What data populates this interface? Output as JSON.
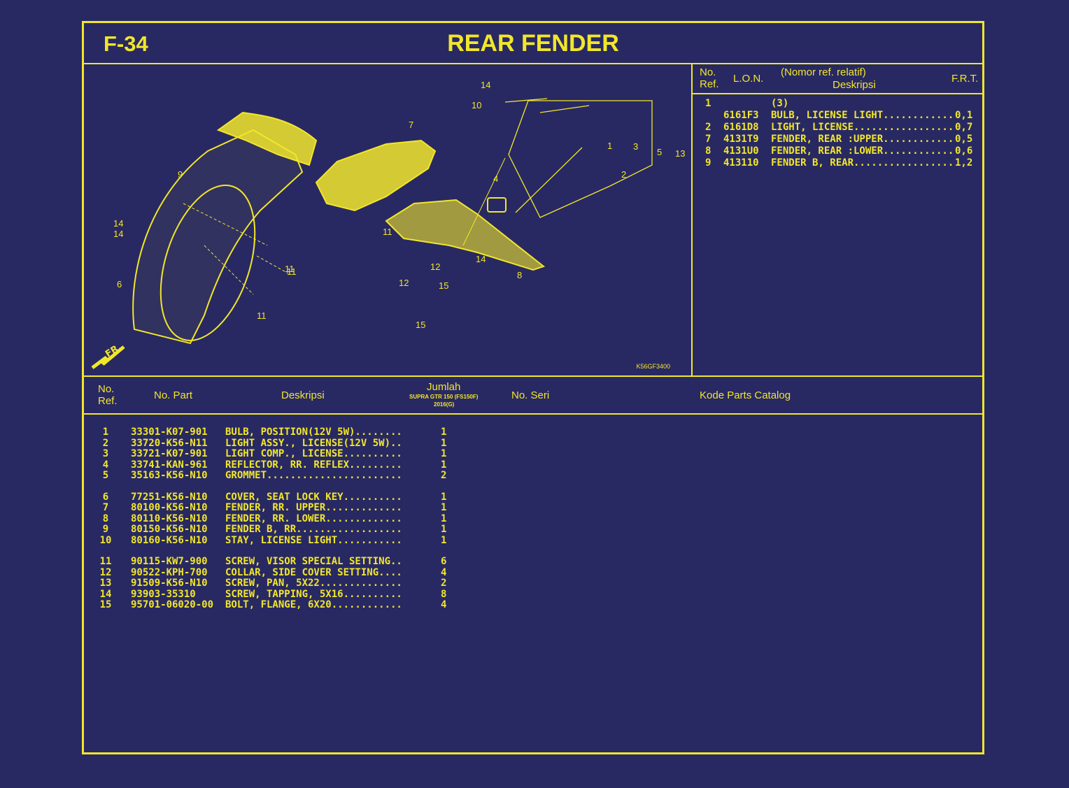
{
  "page": {
    "code": "F-34",
    "title": "REAR FENDER"
  },
  "lon_table": {
    "header": {
      "no_ref": "No.\nRef.",
      "lon": "L.O.N.",
      "nomor_ref": "(Nomor ref. relatif)",
      "deskripsi": "Deskripsi",
      "frt": "F.R.T."
    },
    "rows": [
      {
        "ref": "1",
        "lon": "",
        "desc": "(3)",
        "frt": ""
      },
      {
        "ref": "",
        "lon": "6161F3",
        "desc": "BULB, LICENSE LIGHT............",
        "frt": "0,1"
      },
      {
        "ref": "2",
        "lon": "6161D8",
        "desc": "LIGHT, LICENSE.................",
        "frt": "0,7"
      },
      {
        "ref": "7",
        "lon": "4131T9",
        "desc": "FENDER, REAR :UPPER............",
        "frt": "0,5"
      },
      {
        "ref": "8",
        "lon": "4131U0",
        "desc": "FENDER, REAR :LOWER............",
        "frt": "0,6"
      },
      {
        "ref": "9",
        "lon": "413110",
        "desc": "FENDER B, REAR.................",
        "frt": "1,2"
      }
    ]
  },
  "diagram": {
    "code": "K56GF3400",
    "front_label": "FR.",
    "callouts": [
      "14",
      "10",
      "7",
      "9",
      "14",
      "14",
      "11",
      "11",
      "6",
      "11",
      "11",
      "12",
      "12",
      "15",
      "15",
      "14",
      "8",
      "4",
      "1",
      "3",
      "5",
      "13",
      "2"
    ]
  },
  "parts_table": {
    "header": {
      "no_ref": "No.\nRef.",
      "no_part": "No. Part",
      "deskripsi": "Deskripsi",
      "jumlah": "Jumlah",
      "model": "SUPRA GTR 150 (FS150F)",
      "year": "2016(G)",
      "no_seri": "No. Seri",
      "kode": "Kode Parts Catalog"
    },
    "groups": [
      [
        {
          "ref": "1",
          "part": "33301-K07-901",
          "desc": "BULB, POSITION(12V 5W)........",
          "qty": "1"
        },
        {
          "ref": "2",
          "part": "33720-K56-N11",
          "desc": "LIGHT ASSY., LICENSE(12V 5W)..",
          "qty": "1"
        },
        {
          "ref": "3",
          "part": "33721-K07-901",
          "desc": "LIGHT COMP., LICENSE..........",
          "qty": "1"
        },
        {
          "ref": "4",
          "part": "33741-KAN-961",
          "desc": "REFLECTOR, RR. REFLEX.........",
          "qty": "1"
        },
        {
          "ref": "5",
          "part": "35163-K56-N10",
          "desc": "GROMMET.......................",
          "qty": "2"
        }
      ],
      [
        {
          "ref": "6",
          "part": "77251-K56-N10",
          "desc": "COVER, SEAT LOCK KEY..........",
          "qty": "1"
        },
        {
          "ref": "7",
          "part": "80100-K56-N10",
          "desc": "FENDER, RR. UPPER.............",
          "qty": "1"
        },
        {
          "ref": "8",
          "part": "80110-K56-N10",
          "desc": "FENDER, RR. LOWER.............",
          "qty": "1"
        },
        {
          "ref": "9",
          "part": "80150-K56-N10",
          "desc": "FENDER B, RR..................",
          "qty": "1"
        },
        {
          "ref": "10",
          "part": "80160-K56-N10",
          "desc": "STAY, LICENSE LIGHT...........",
          "qty": "1"
        }
      ],
      [
        {
          "ref": "11",
          "part": "90115-KW7-900",
          "desc": "SCREW, VISOR SPECIAL SETTING..",
          "qty": "6"
        },
        {
          "ref": "12",
          "part": "90522-KPH-700",
          "desc": "COLLAR, SIDE COVER SETTING....",
          "qty": "4"
        },
        {
          "ref": "13",
          "part": "91509-K56-N10",
          "desc": "SCREW, PAN, 5X22..............",
          "qty": "2"
        },
        {
          "ref": "14",
          "part": "93903-35310",
          "desc": "SCREW, TAPPING, 5X16..........",
          "qty": "8"
        },
        {
          "ref": "15",
          "part": "95701-06020-00",
          "desc": "BOLT, FLANGE, 6X20............",
          "qty": "4"
        }
      ]
    ]
  }
}
